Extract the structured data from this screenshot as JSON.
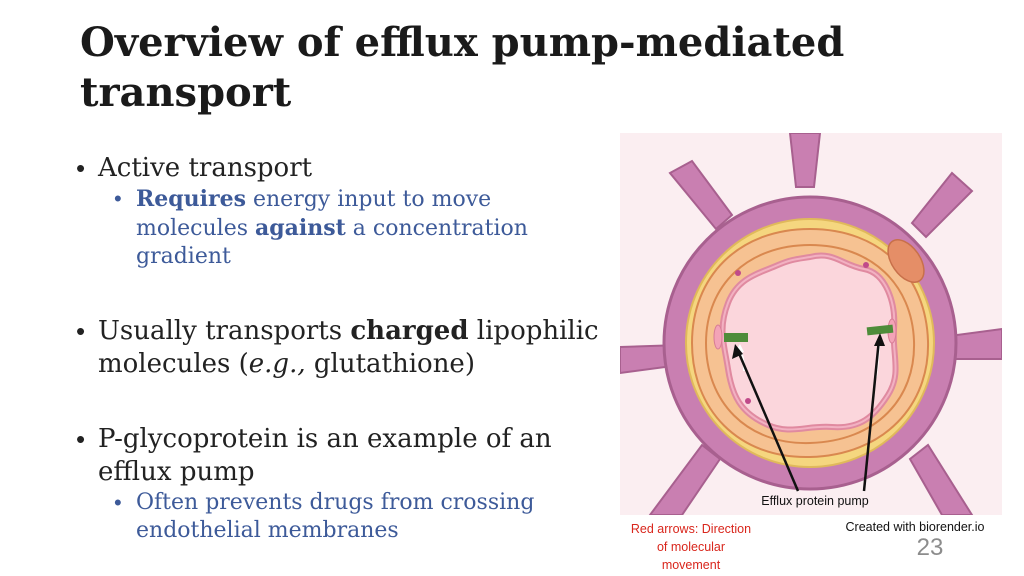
{
  "slide": {
    "title_line1": "Overview of  efflux pump-mediated",
    "title_line2": "transport",
    "page_number": "23"
  },
  "bullets": {
    "active": {
      "label": "Active transport",
      "sub_bold1": "Requires",
      "sub_text1": " energy input to move",
      "sub_text2": "molecules ",
      "sub_bold2": "against",
      "sub_text3": " a concentration",
      "sub_text4": "gradient"
    },
    "charged": {
      "pre": "Usually transports ",
      "bold": "charged",
      "post": " lipophilic",
      "line2_pre": "molecules (",
      "line2_italic": "e.g.,",
      "line2_post": " glutathione)"
    },
    "pgp": {
      "line1": "P-glycoprotein is an example of an",
      "line2": "efflux pump",
      "sub_line1": "Often prevents drugs from crossing",
      "sub_line2": "endothelial membranes"
    }
  },
  "diagram": {
    "pump_label": "Efflux protein pump",
    "red_arrows_line1": "Red arrows: Direction",
    "red_arrows_line2": "of molecular",
    "red_arrows_line3": "movement",
    "credit": "Created with biorender.io",
    "colors": {
      "background": "#fbeef1",
      "pericyte": "#c97fb1",
      "basement": "#f5d67f",
      "endothelium": "#f6c292",
      "lumen": "#fbd6dc",
      "pump": "#4e8c3a",
      "nucleus": "#e58e67"
    }
  }
}
